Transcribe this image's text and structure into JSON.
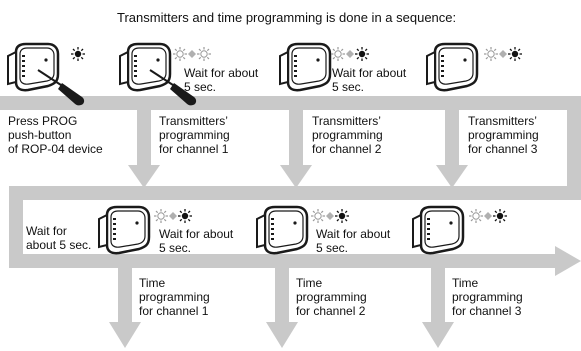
{
  "title": "Transmitters and time programming is done in a sequence:",
  "steps_top": {
    "start_label": "Press PROG\npush-button\nof ROP-04 device",
    "wait_1": "Wait for about\n5 sec.",
    "wait_2": "Wait for about\n5 sec.",
    "transmitters_1": "Transmitters’\nprogramming\nfor channel 1",
    "transmitters_2": "Transmitters’\nprogramming\nfor channel 2",
    "transmitters_3": "Transmitters’\nprogramming\nfor channel 3"
  },
  "steps_bottom": {
    "start_wait": "Wait for\nabout 5 sec.",
    "wait_1": "Wait for about\n5 sec.",
    "wait_2": "Wait for about\n5 sec.",
    "time_1": "Time\nprogramming\nfor channel 1",
    "time_2": "Time\nprogramming\nfor channel 2",
    "time_3": "Time\nprogramming\nfor channel 3"
  },
  "colors": {
    "arrow": "#c9c9c9",
    "device_outline": "#1a1a1a",
    "led_on": "#111111",
    "led_off": "#9a9a9a",
    "text": "#111111"
  },
  "icons": [
    "device-icon",
    "screwdriver-icon",
    "led-flash-icon"
  ]
}
